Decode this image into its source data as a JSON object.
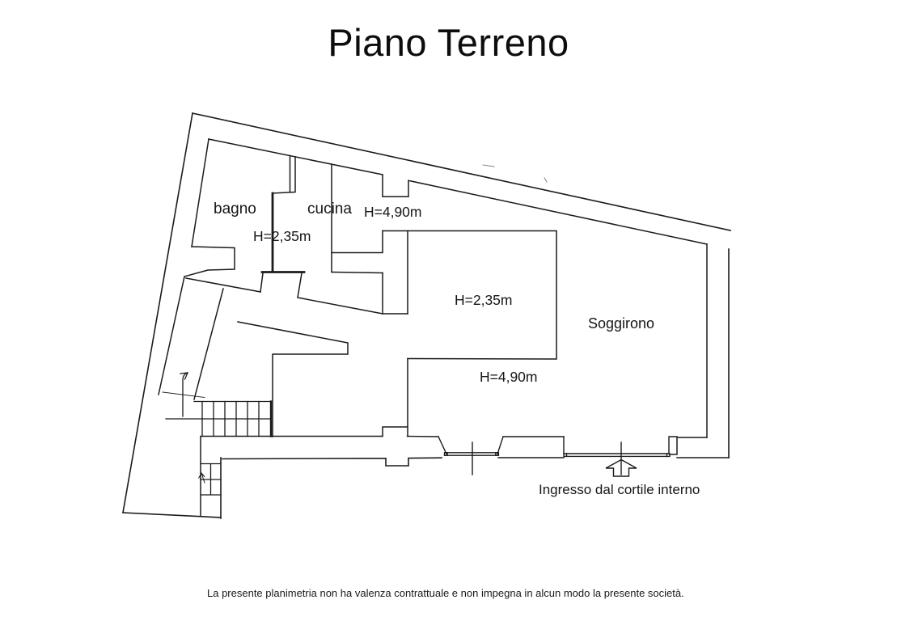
{
  "page": {
    "background_color": "#ffffff",
    "line_color": "#1b1b1b",
    "text_color": "#111111"
  },
  "title": "Piano Terreno",
  "plan": {
    "rooms": {
      "bagno": "bagno",
      "cucina": "cucina",
      "soggiorno": "Soggirono"
    },
    "heights": {
      "kitchen_zone": "H=4,90m",
      "bath_zone": "H=2,35m",
      "loft_zone": "H=2,35m",
      "living_zone": "H=4,90m"
    },
    "entrance_label": "Ingresso dal cortile interno",
    "icons": {
      "stairs_up_arrow": "up-arrow",
      "stairs_down_arrow": "small-down-arrow",
      "entrance_arrow": "block-arrow-up"
    }
  },
  "footer": {
    "disclaimer": "La presente planimetria non ha valenza contrattuale e non impegna in alcun modo la presente società."
  }
}
